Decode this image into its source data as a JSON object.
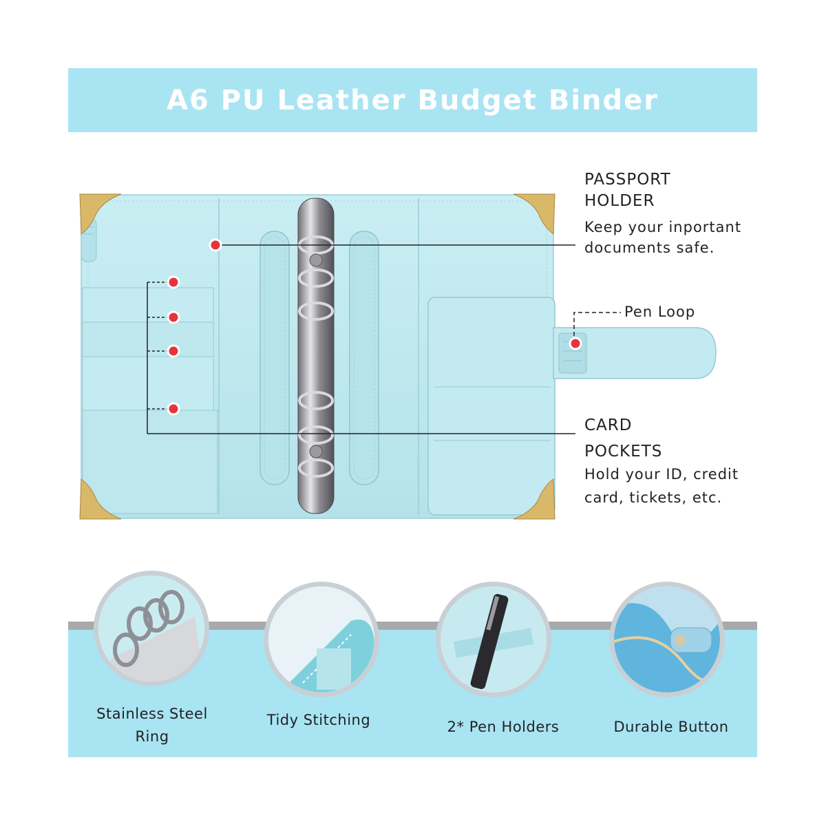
{
  "banner": {
    "title": "A6 PU Leather Budget Binder",
    "bg_color": "#a9e4f3"
  },
  "callouts": {
    "passport_head": "PASSPORT HOLDER",
    "passport_desc": "Keep your inportant documents safe.",
    "pen_loop": "Pen Loop",
    "card_head": "CARD POCKETS",
    "card_desc": "Hold your ID, credit card, tickets, etc."
  },
  "features": [
    {
      "label": "Stainless Steel Ring",
      "icon": "ring-photo"
    },
    {
      "label": "Tidy Stitching",
      "icon": "stitching-photo"
    },
    {
      "label": "2* Pen Holders",
      "icon": "pen-photo"
    },
    {
      "label": "Durable Button",
      "icon": "button-photo"
    }
  ],
  "colors": {
    "binder": "#bfe8ef",
    "marker": "#e5353b",
    "accent": "#a9e4f3"
  }
}
